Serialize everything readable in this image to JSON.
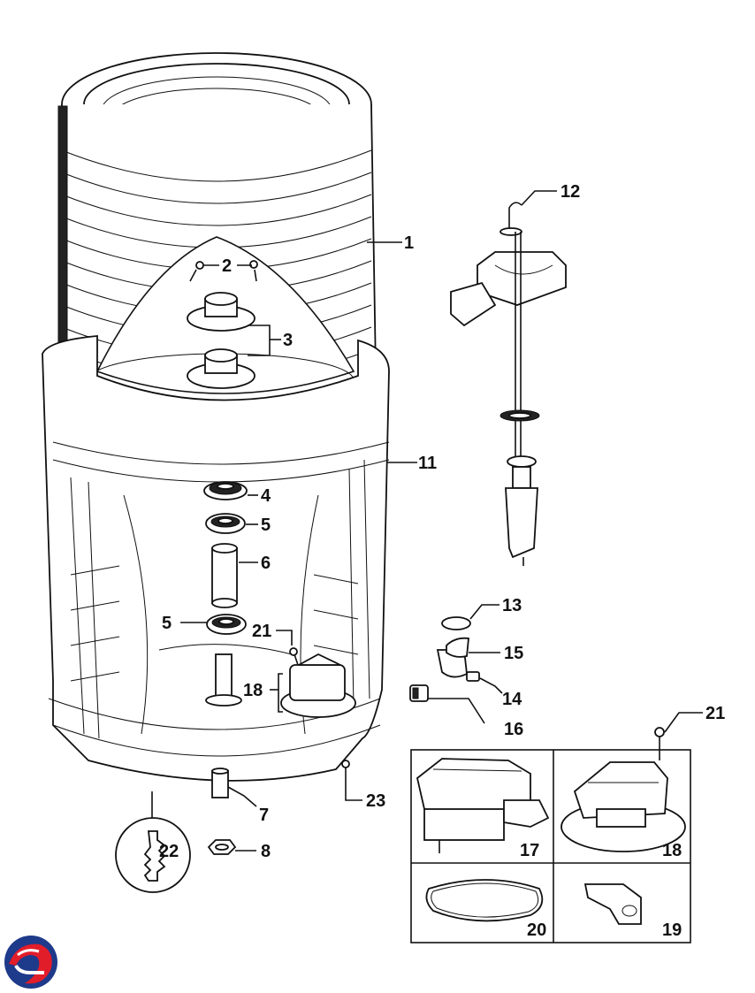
{
  "labels": {
    "p1": "1",
    "p2": "2",
    "p3": "3",
    "p4": "4",
    "p5a": "5",
    "p5b": "5",
    "p6": "6",
    "p7": "7",
    "p8": "8",
    "p11": "11",
    "p12": "12",
    "p13": "13",
    "p14": "14",
    "p15": "15",
    "p16": "16",
    "p17": "17",
    "p18a": "18",
    "p18b": "18",
    "p19": "19",
    "p20": "20",
    "p21a": "21",
    "p21b": "21",
    "p22": "22",
    "p23": "23"
  },
  "colors": {
    "ink": "#111111",
    "logo_blue": "#1e3a8a",
    "logo_red": "#e11d2a"
  },
  "icons": {
    "logo": "brand-swirl-logo"
  }
}
